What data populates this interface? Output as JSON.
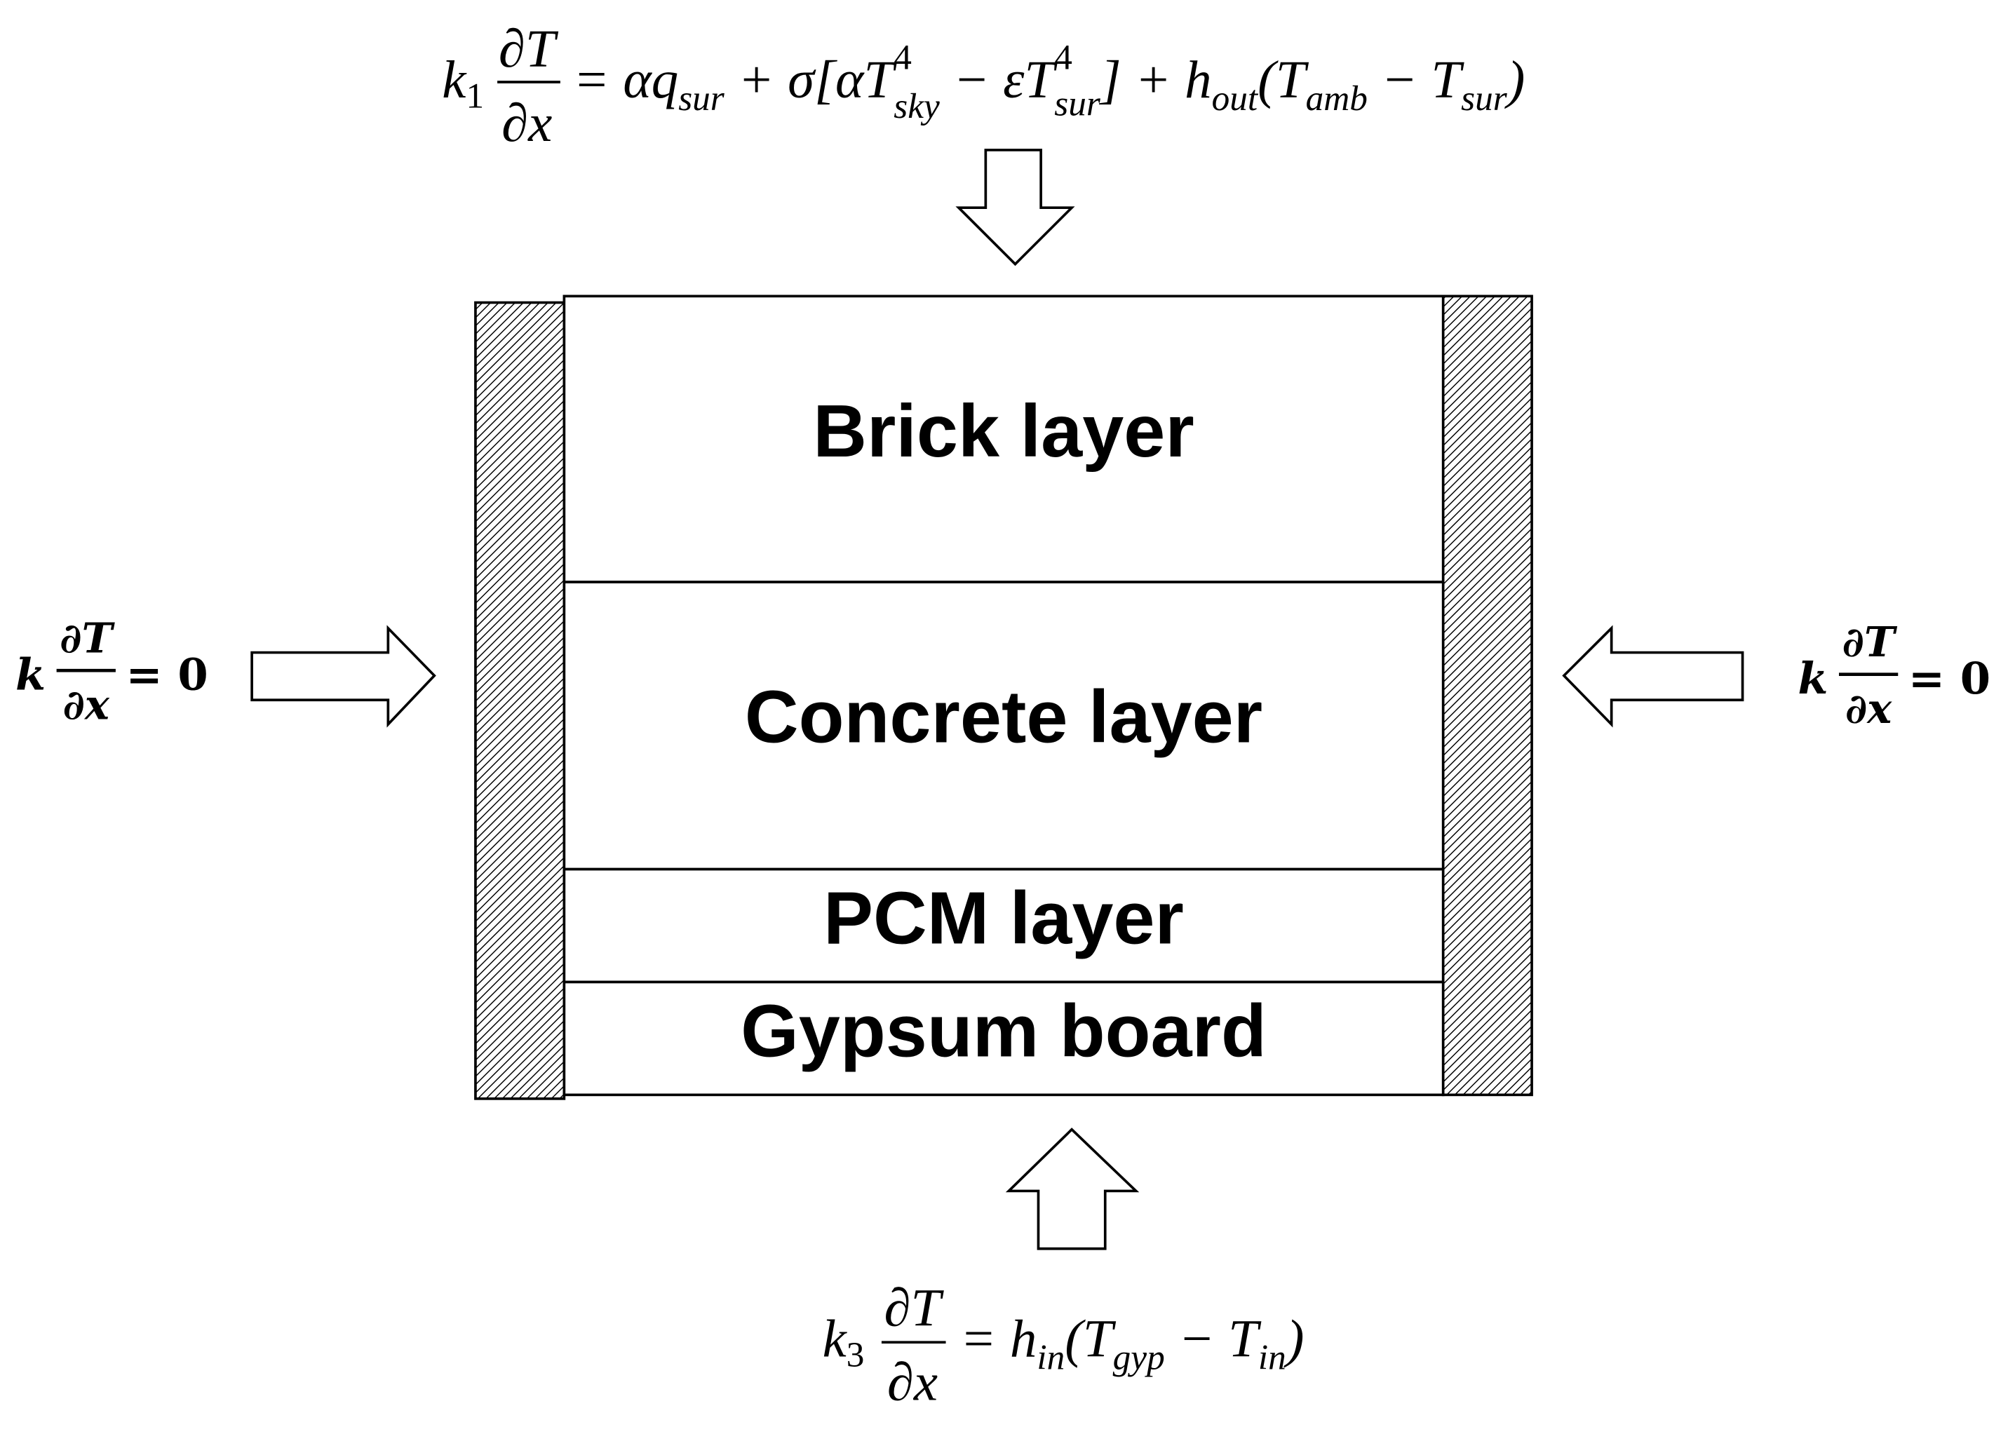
{
  "layers": {
    "brick": "Brick layer",
    "concrete": "Concrete layer",
    "pcm": "PCM layer",
    "gypsum": "Gypsum board"
  },
  "top_equation": {
    "k": "k",
    "k_sub": "1",
    "numerator": "∂T",
    "denominator": "∂x",
    "rhs_1": "= αq",
    "sub_sur_1": "sur",
    "rhs_2": " + σ[αT",
    "sup_sky": "4",
    "sub_sky": "sky",
    "rhs_3": " − εT",
    "sup_sur": "4",
    "sub_sur_2": "sur",
    "rhs_4": "] + h",
    "sub_out": "out",
    "rhs_5": "(T",
    "sub_amb": "amb",
    "rhs_6": " − T",
    "sub_sur_3": "sur",
    "rhs_7": ")"
  },
  "bottom_equation": {
    "k": "k",
    "k_sub": "3",
    "numerator": "∂T",
    "denominator": "∂x",
    "rhs_1": "= h",
    "sub_in_1": "in",
    "rhs_2": "(T",
    "sub_gyp": "gyp",
    "rhs_3": " − T",
    "sub_in_2": "in",
    "rhs_4": ")"
  },
  "side_equation": {
    "k": "k",
    "numerator": "∂T",
    "denominator": "∂x",
    "rhs": "= 0"
  }
}
